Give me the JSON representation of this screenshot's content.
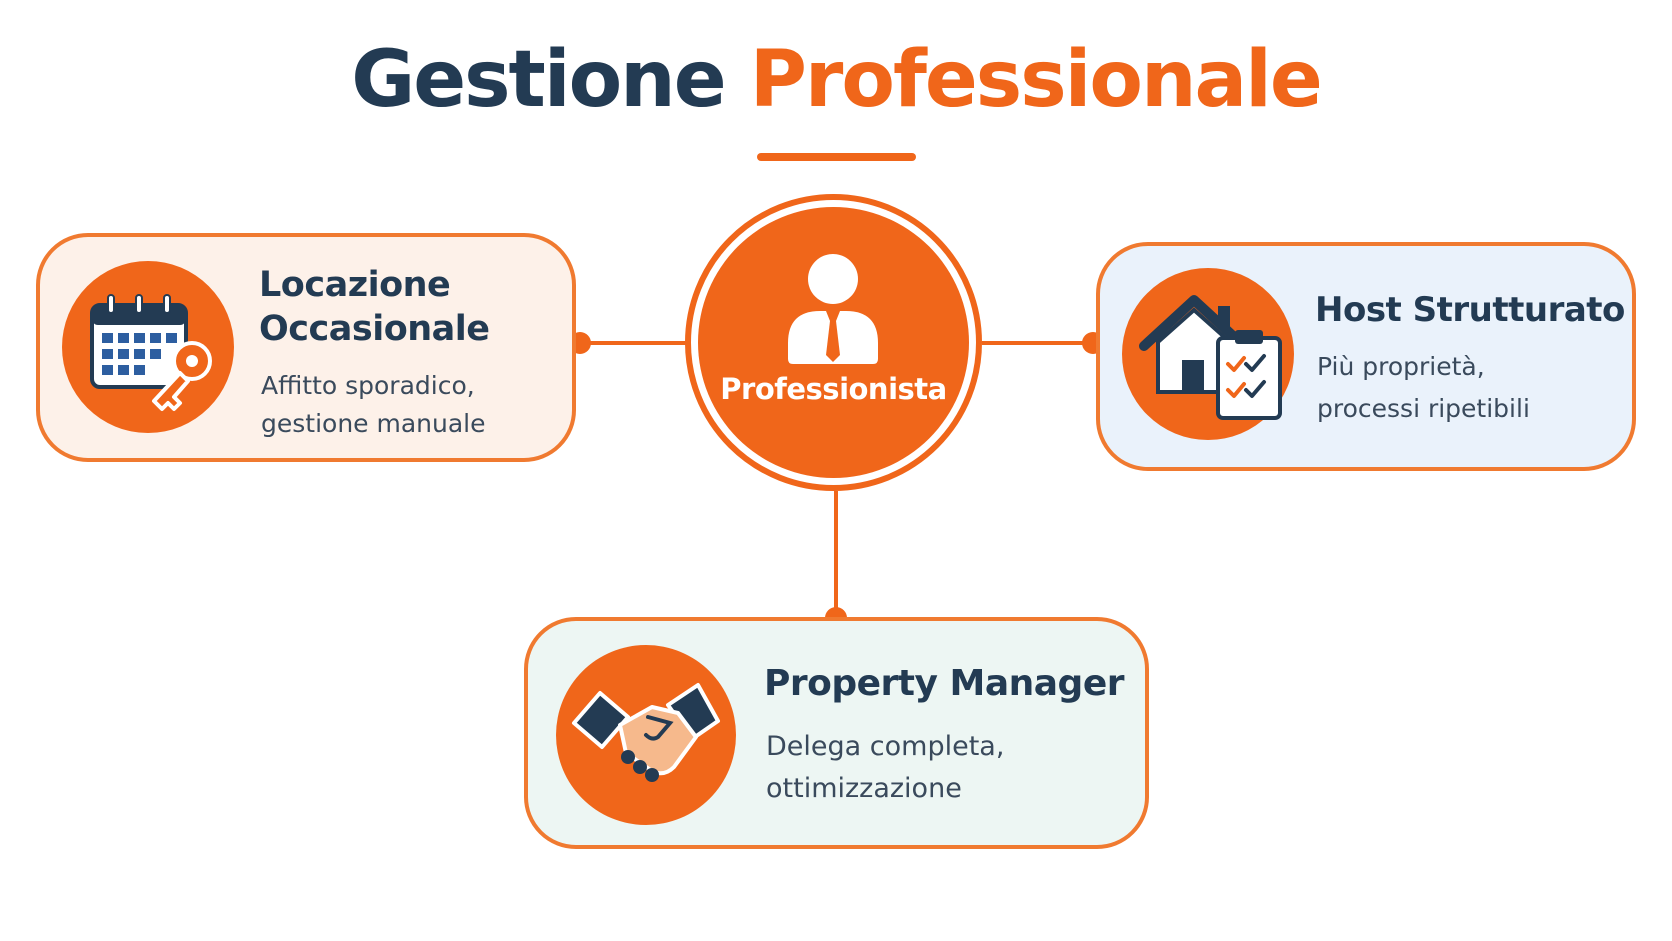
{
  "title": {
    "part1": "Gestione",
    "part2": "Professionale"
  },
  "hub": {
    "label": "Professionista",
    "icon": "person-tie-icon"
  },
  "cards": [
    {
      "title_line1": "Locazione",
      "title_line2": "Occasionale",
      "desc_line1": "Affitto sporadico,",
      "desc_line2": "gestione manuale",
      "icon": "calendar-key-icon",
      "background": "#fdf1e9"
    },
    {
      "title_line1": "Host Strutturato",
      "desc_line1": "Più proprietà,",
      "desc_line2": "processi ripetibili",
      "icon": "house-checklist-icon",
      "background": "#eaf2fb"
    },
    {
      "title_line1": "Property Manager",
      "desc_line1": "Delega completa,",
      "desc_line2": "ottimizzazione",
      "icon": "handshake-icon",
      "background": "#edf6f3"
    }
  ],
  "colors": {
    "accent": "#f0661a",
    "dark": "#233b53",
    "border": "#f07a30"
  }
}
